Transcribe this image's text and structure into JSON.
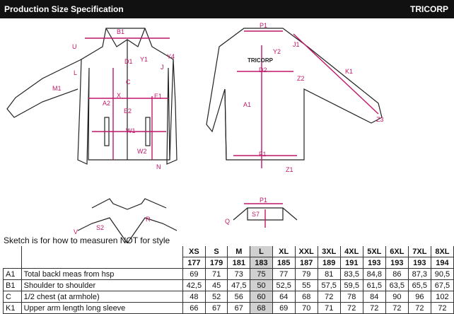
{
  "header": {
    "title": "Production Size Specification",
    "brand": "TRICORP"
  },
  "labels": {
    "front": [
      "U",
      "B1",
      "Y4",
      "Y1",
      "D1",
      "J",
      "L",
      "M1",
      "C",
      "X",
      "A2",
      "E1",
      "E2",
      "W1",
      "W2",
      "N"
    ],
    "back": [
      "P1",
      "J1",
      "Y2",
      "TRICORP",
      "D2",
      "K1",
      "Z2",
      "A1",
      "Z3",
      "F1",
      "Z1"
    ],
    "collar_front": [
      "V",
      "S2",
      "R"
    ],
    "collar_back": [
      "P1",
      "S7",
      "Q"
    ]
  },
  "caption": "Sketch is for how to measuren NOT for style",
  "table": {
    "sizes": [
      "XS",
      "S",
      "M",
      "L",
      "XL",
      "XXL",
      "3XL",
      "4XL",
      "5XL",
      "6XL",
      "7XL",
      "8XL"
    ],
    "lengths": [
      "177",
      "179",
      "181",
      "183",
      "185",
      "187",
      "189",
      "191",
      "193",
      "193",
      "193",
      "194"
    ],
    "highlight_index": 3,
    "rows": [
      {
        "code": "A1",
        "desc": "Total backl meas from hsp",
        "values": [
          "69",
          "71",
          "73",
          "75",
          "77",
          "79",
          "81",
          "83,5",
          "84,8",
          "86",
          "87,3",
          "90,5"
        ]
      },
      {
        "code": "B1",
        "desc": "Shoulder to shoulder",
        "values": [
          "42,5",
          "45",
          "47,5",
          "50",
          "52,5",
          "55",
          "57,5",
          "59,5",
          "61,5",
          "63,5",
          "65,5",
          "67,5"
        ]
      },
      {
        "code": "C",
        "desc": "1/2 chest (at armhole)",
        "values": [
          "48",
          "52",
          "56",
          "60",
          "64",
          "68",
          "72",
          "78",
          "84",
          "90",
          "96",
          "102"
        ]
      },
      {
        "code": "K1",
        "desc": "Upper arm length long sleeve",
        "values": [
          "66",
          "67",
          "67",
          "68",
          "69",
          "70",
          "71",
          "72",
          "72",
          "72",
          "72",
          "72"
        ]
      }
    ]
  },
  "colors": {
    "measure": "#c0176a",
    "header_bg": "#111111",
    "highlight": "#d0d0d0"
  }
}
